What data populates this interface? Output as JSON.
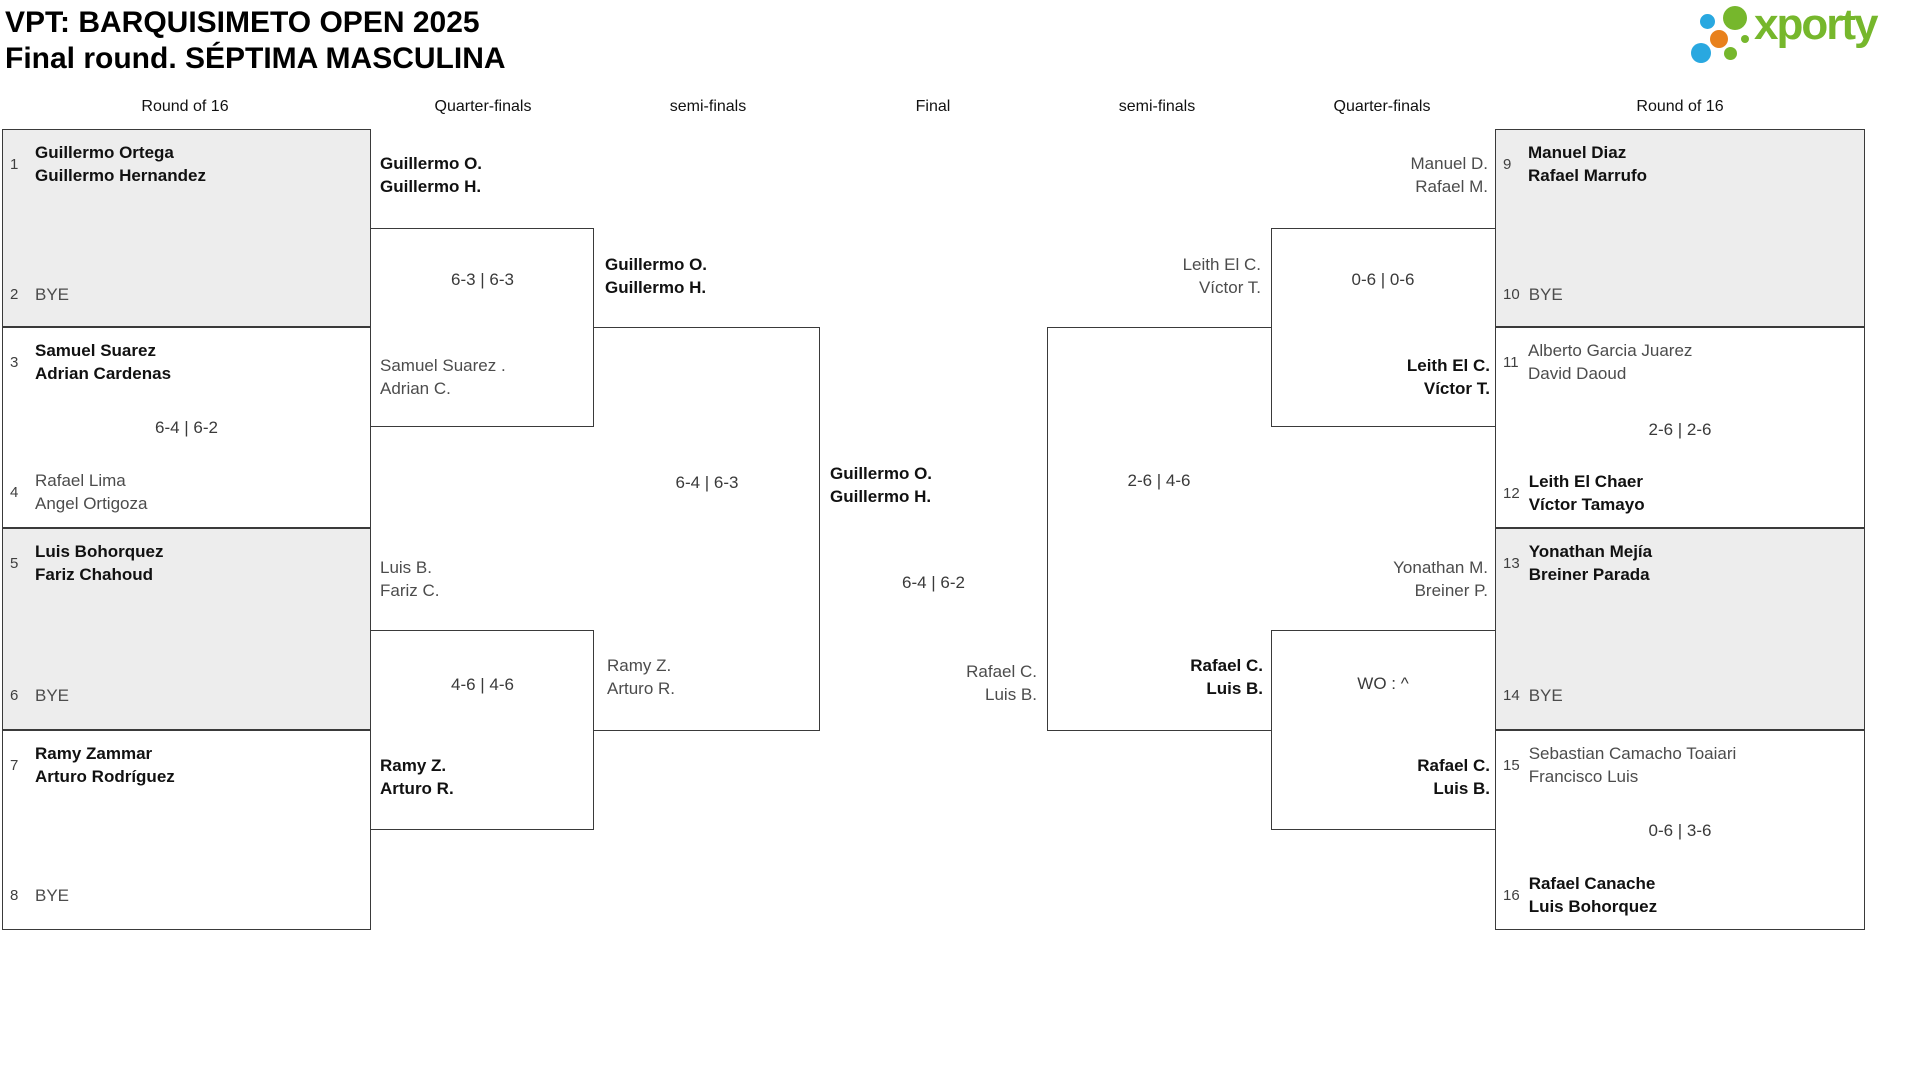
{
  "title": {
    "line1": "VPT: BARQUISIMETO OPEN 2025",
    "line2": "Final round. SÉPTIMA MASCULINA"
  },
  "logo": {
    "text": "xporty",
    "green": "#76b72c",
    "blue": "#29a8e0",
    "orange": "#e8811c"
  },
  "round_headers": {
    "left_r16": "Round of 16",
    "left_qf": "Quarter-finals",
    "left_sf": "semi-finals",
    "final": "Final",
    "right_sf": "semi-finals",
    "right_qf": "Quarter-finals",
    "right_r16": "Round of 16"
  },
  "bracket": {
    "r16_left": [
      {
        "seed1": "1",
        "t1a": "Guillermo Ortega",
        "t1b": "Guillermo Hernandez",
        "seed2": "2",
        "t2a": "BYE",
        "score": ""
      },
      {
        "seed1": "3",
        "t1a": "Samuel Suarez",
        "t1b": "Adrian Cardenas",
        "seed2": "4",
        "t2a": "Rafael Lima",
        "t2b": "Angel Ortigoza",
        "score": "6-4 | 6-2"
      },
      {
        "seed1": "5",
        "t1a": "Luis Bohorquez",
        "t1b": "Fariz Chahoud",
        "seed2": "6",
        "t2a": "BYE",
        "score": ""
      },
      {
        "seed1": "7",
        "t1a": "Ramy Zammar",
        "t1b": "Arturo Rodríguez",
        "seed2": "8",
        "t2a": "BYE",
        "score": ""
      }
    ],
    "r16_right": [
      {
        "seed1": "9",
        "t1a": "Manuel Diaz",
        "t1b": "Rafael Marrufo",
        "seed2": "10",
        "t2a": "BYE",
        "score": ""
      },
      {
        "seed1": "11",
        "t1a": "Alberto Garcia Juarez",
        "t1b": "David Daoud",
        "seed2": "12",
        "t2a": "Leith El Chaer",
        "t2b": "Víctor Tamayo",
        "score": "2-6 | 2-6"
      },
      {
        "seed1": "13",
        "t1a": "Yonathan Mejía",
        "t1b": "Breiner Parada",
        "seed2": "14",
        "t2a": "BYE",
        "score": ""
      },
      {
        "seed1": "15",
        "t1a": "Sebastian Camacho Toaiari",
        "t1b": "Francisco Luis",
        "seed2": "16",
        "t2a": "Rafael Canache",
        "t2b": "Luis Bohorquez",
        "score": "0-6 | 3-6"
      }
    ],
    "qf_left": [
      {
        "topa": "Guillermo O.",
        "topb": "Guillermo H.",
        "score": "6-3 | 6-3",
        "bota": "Samuel Suarez .",
        "botb": "Adrian C."
      },
      {
        "topa": "Luis B.",
        "topb": "Fariz C.",
        "score": "4-6 | 4-6",
        "bota": "Ramy Z.",
        "botb": "Arturo R."
      }
    ],
    "qf_right": [
      {
        "topa": "Manuel D.",
        "topb": "Rafael M.",
        "score": "0-6 | 0-6",
        "bota": "Leith El C.",
        "botb": "Víctor T."
      },
      {
        "topa": "Yonathan M.",
        "topb": "Breiner P.",
        "score": "WO : ^",
        "bota": "Rafael C.",
        "botb": "Luis B."
      }
    ],
    "sf_left": {
      "topa": "Guillermo O.",
      "topb": "Guillermo H.",
      "score": "6-4 | 6-3",
      "bota": "Ramy Z.",
      "botb": "Arturo R."
    },
    "sf_right": {
      "topa": "Leith El C.",
      "topb": "Víctor T.",
      "score": "2-6 | 4-6",
      "bota": "Rafael C.",
      "botb": "Luis B."
    },
    "final": {
      "winnera": "Guillermo O.",
      "winnerb": "Guillermo H.",
      "score": "6-4 | 6-2",
      "losera": "Rafael C.",
      "loserb": "Luis B."
    }
  }
}
